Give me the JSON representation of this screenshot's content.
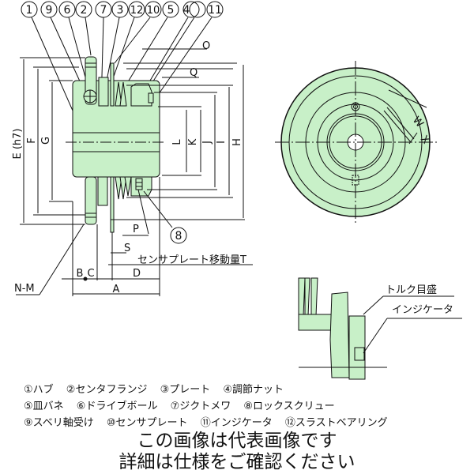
{
  "colors": {
    "part_fill": "#c8f0c8",
    "line": "#111111",
    "background": "#ffffff"
  },
  "callouts": [
    "1",
    "9",
    "6",
    "2",
    "7",
    "3",
    "12",
    "10",
    "5",
    "4",
    "",
    "11"
  ],
  "dimension_labels": {
    "E": "E (h7)",
    "F": "F",
    "G": "G",
    "L": "L",
    "K": "K",
    "J": "J",
    "I": "I",
    "H": "H",
    "O": "O",
    "Q": "Q",
    "P": "P",
    "S": "S",
    "A": "A",
    "B": "B",
    "C": "C",
    "D": "D",
    "NM": "N-M",
    "W": "W",
    "X": "X"
  },
  "lock_screw_callout": "8",
  "sensor_plate_travel": "センサプレート移動量T",
  "detail_labels": {
    "torque_scale": "トルク目盛",
    "indicator": "インジケータ"
  },
  "legend": [
    [
      "①ハブ",
      "②センタフランジ",
      "③プレート",
      "④調節ナット"
    ],
    [
      "⑤皿バネ",
      "⑥ドライブボール",
      "⑦ジクトメワ",
      "⑧ロックスクリュー"
    ],
    [
      "⑨スベリ軸受け",
      "⑩センサプレート",
      "⑪インジケータ",
      "⑫スラストベアリング"
    ]
  ],
  "notice": [
    "この画像は代表画像です",
    "詳細は仕様をご確認ください"
  ]
}
